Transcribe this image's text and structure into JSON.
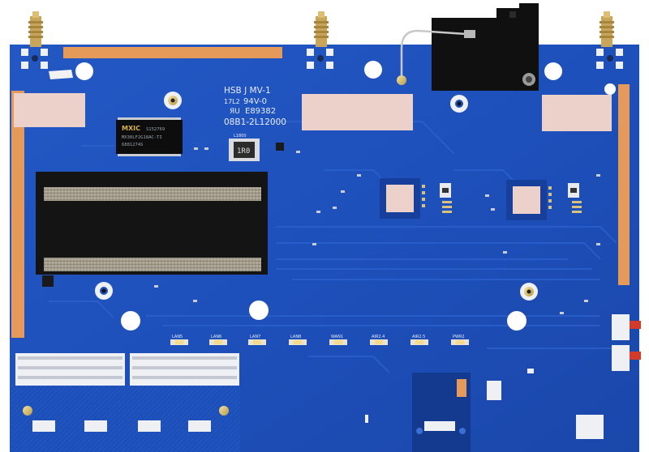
{
  "photo": {
    "subject": "Router printed circuit board (bottom side) with antennas, heatsink and Ethernet ports",
    "colors": {
      "board": "#1d4fb8",
      "board_dark": "#163f99",
      "trace": "#2a62d0",
      "pad_gold": "#d8c27a",
      "thermal_pad": "#e8c9c4",
      "heatsink_black": "#141414",
      "heatsink_foam": "#a09a8a",
      "shield_black": "#101010",
      "edge_copper": "#e59a5a",
      "connector_white": "#eef0f4"
    }
  },
  "silkscreen": {
    "line1": "HSB J MV-1",
    "line2": "94V-0",
    "line2_prefix": "17L2",
    "ul_mark": "ЯU",
    "line3": "E89382",
    "line4": "08B1-2L12000",
    "inductor_mark": "1R0",
    "inductor_ref": "L1800",
    "memory_brand": "MXIC",
    "memory_part": "MX30LF2G18AC-TI",
    "memory_lot": "S152769",
    "memory_lot2": "6881274S"
  },
  "leds": [
    {
      "label": "LAN5"
    },
    {
      "label": "LAN6"
    },
    {
      "label": "LAN7"
    },
    {
      "label": "LAN8"
    },
    {
      "label": "WAN1"
    },
    {
      "label": "AIR2.4"
    },
    {
      "label": "AIR2.5"
    },
    {
      "label": "PWR2"
    }
  ]
}
